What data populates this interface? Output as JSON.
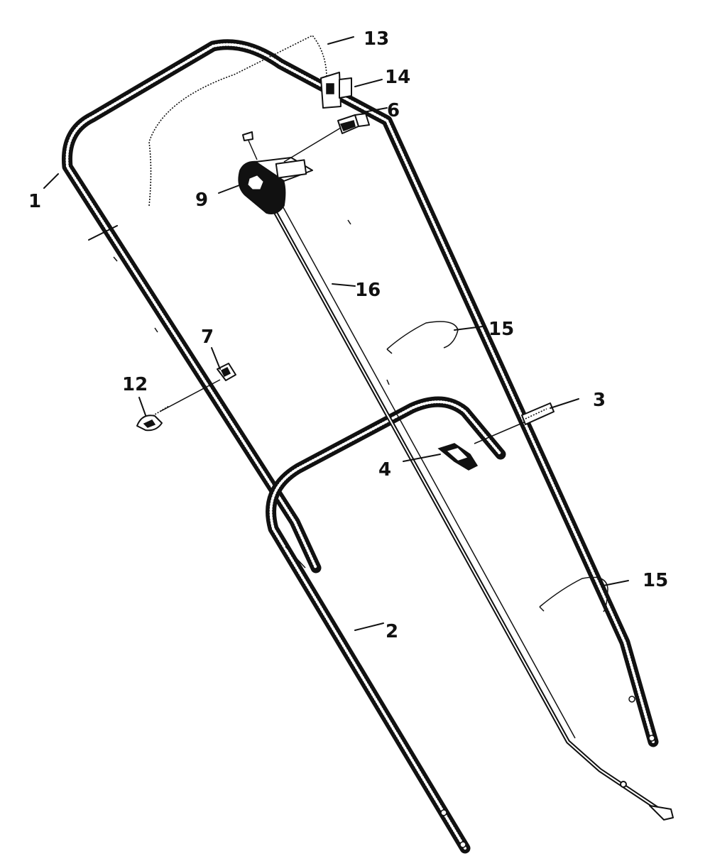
{
  "callouts": {
    "c1": "1",
    "c2": "2",
    "c3": "3",
    "c4": "4",
    "c6": "6",
    "c7": "7",
    "c9": "9",
    "c12": "12",
    "c13": "13",
    "c14": "14",
    "c15a": "15",
    "c15b": "15",
    "c16": "16"
  }
}
